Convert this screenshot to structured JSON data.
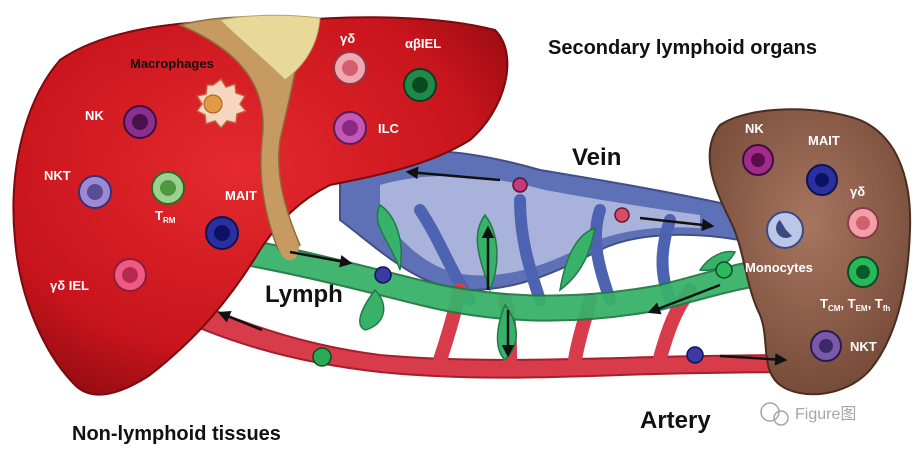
{
  "title": "Secondary lymphoid organs",
  "region_labels": {
    "vein": "Vein",
    "lymph": "Lymph",
    "artery": "Artery",
    "non_lymphoid": "Non-lymphoid tissues"
  },
  "liver_cells": {
    "macrophages": "Macrophages",
    "nk": "NK",
    "nkt": "NKT",
    "trm_main": "T",
    "trm_sub": "RM",
    "mait": "MAIT",
    "gd_iel": "γδ IEL",
    "gd": "γδ",
    "ab_iel": "αβIEL",
    "ilc": "ILC"
  },
  "node_cells": {
    "nk": "NK",
    "mait": "MAIT",
    "gd": "γδ",
    "monocytes": "Monocytes",
    "t_cm": "CM",
    "t_em": "EM",
    "t_fh": "fh",
    "nkt": "NKT"
  },
  "watermark": "Figure图",
  "colors": {
    "liver": "#c8141c",
    "node": "#8a5a44",
    "vein": "#4d62b0",
    "lymph": "#38b26a",
    "artery": "#d83b4a",
    "bile": "#c79a62"
  }
}
